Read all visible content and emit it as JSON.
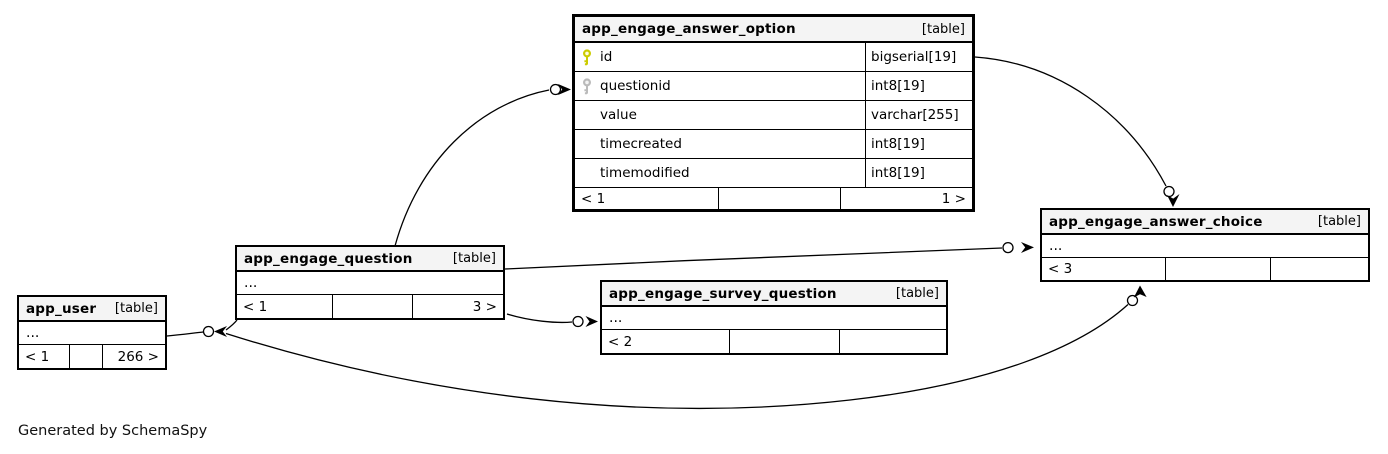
{
  "diagram": {
    "footer_note": "Generated by SchemaSpy",
    "colors": {
      "primary_key": "#cccc00",
      "foreign_key": "#bbbbbb",
      "header_bg": "#f4f4f4",
      "line": "#000000"
    },
    "tables": [
      {
        "title": "app_engage_answer_option",
        "badge": "[table]",
        "columns": [
          {
            "name": "id",
            "type": "bigserial[19]",
            "key": "primary-key-icon"
          },
          {
            "name": "questionid",
            "type": "int8[19]",
            "key": "foreign-key-icon"
          },
          {
            "name": "value",
            "type": "varchar[255]",
            "key": null
          },
          {
            "name": "timecreated",
            "type": "int8[19]",
            "key": null
          },
          {
            "name": "timemodified",
            "type": "int8[19]",
            "key": null
          }
        ],
        "footer": {
          "left": "< 1",
          "middle": "",
          "right": "1 >"
        }
      },
      {
        "title": "app_engage_answer_choice",
        "badge": "[table]",
        "ellipsis": "...",
        "footer": {
          "left": "< 3",
          "middle": "",
          "right": ""
        }
      },
      {
        "title": "app_engage_question",
        "badge": "[table]",
        "ellipsis": "...",
        "footer": {
          "left": "< 1",
          "middle": "",
          "right": "3 >"
        }
      },
      {
        "title": "app_engage_survey_question",
        "badge": "[table]",
        "ellipsis": "...",
        "footer": {
          "left": "< 2",
          "middle": "",
          "right": ""
        }
      },
      {
        "title": "app_user",
        "badge": "[table]",
        "ellipsis": "...",
        "footer": {
          "left": "< 1",
          "middle": "",
          "right": "266 >"
        }
      }
    ]
  }
}
